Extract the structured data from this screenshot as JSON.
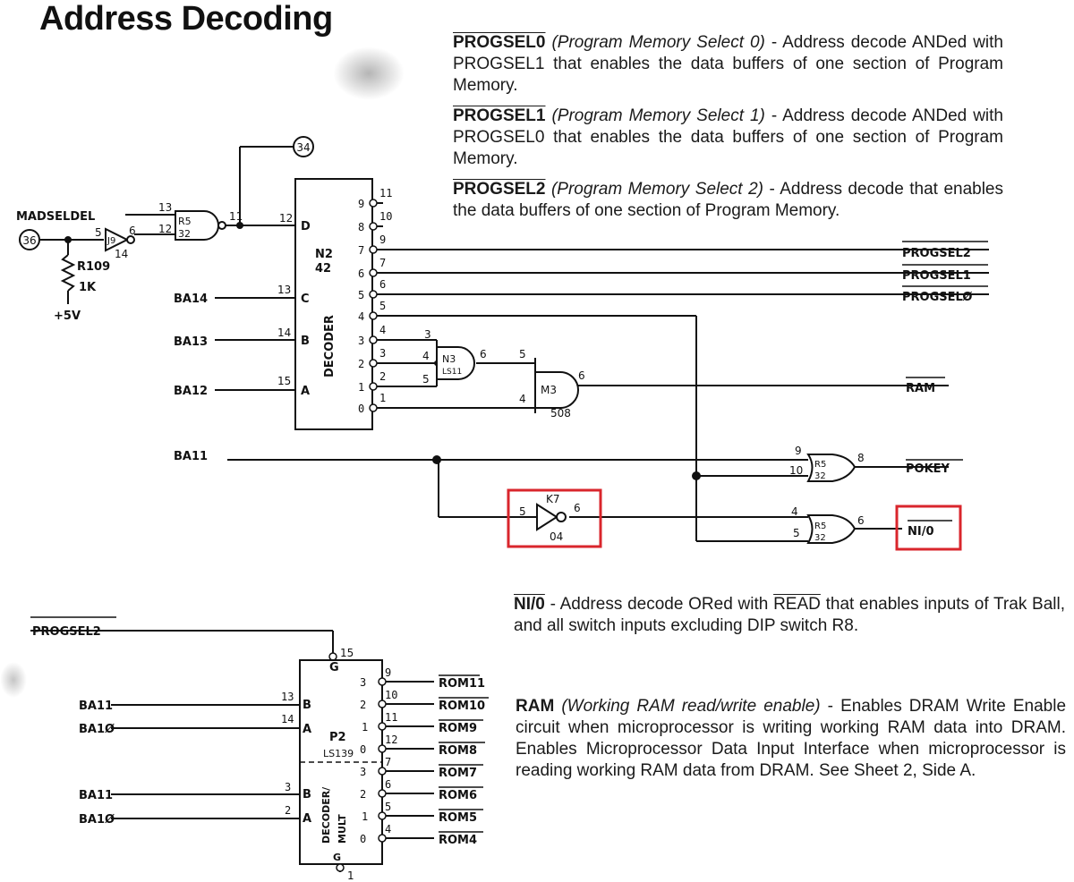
{
  "title": "Address Decoding",
  "descriptions": {
    "progsel0": {
      "name": "PROGSEL0",
      "paren": "(Program Memory Select 0)",
      "text": "- Address decode ANDed with PROGSEL1 that enables the data buffers of one section of Program Memory."
    },
    "progsel1": {
      "name": "PROGSEL1",
      "paren": "(Program Memory Select 1)",
      "text": "- Address decode ANDed with PROGSEL0 that enables the data buffers of one section of Program Memory."
    },
    "progsel2": {
      "name": "PROGSEL2",
      "paren": "(Program Memory Select 2)",
      "text": "- Address decode that enables the data buffers of one section of Program Memory."
    },
    "ni0": {
      "name": "NI/0",
      "text1": "- Address decode ORed with",
      "read": "READ",
      "text2": "that enables inputs of Trak Ball, and all switch inputs excluding DIP switch R8."
    },
    "ram": {
      "name": "RAM",
      "paren": "(Working RAM read/write enable)",
      "text": "- Enables DRAM Write Enable circuit when microprocessor is writing working RAM data into DRAM. Enables Microprocessor Data Input Interface when microprocessor is reading working RAM data from DRAM. See Sheet 2, Side A."
    }
  },
  "schematic": {
    "madseldel": "MADSELDEL",
    "ref36": "36",
    "ref34": "34",
    "r109": "R109",
    "r_val": "1K",
    "vplus": "+5V",
    "j9": "J9",
    "r5_top": "R5",
    "r5_num": "32",
    "n2": "N2",
    "n2_num": "42",
    "decoder": "DECODER",
    "n3": "N3",
    "n3_type": "LS11",
    "m3": "M3",
    "m3_num": "508",
    "k7": "K7",
    "k7_num": "04",
    "r5b": "R5",
    "r5b_num": "32",
    "r5c": "R5",
    "r5c_num": "32",
    "inputs": [
      "BA14",
      "BA13",
      "BA12",
      "BA11"
    ],
    "pins_in": {
      "d": "D",
      "c": "C",
      "b": "B",
      "a": "A"
    },
    "outputs": {
      "progsel2": "PROGSEL2",
      "progsel1": "PROGSEL1",
      "progsel0": "PROGSELØ",
      "ram": "RAM",
      "pokey": "POKEY",
      "ni0": "NI/0"
    },
    "bottom_in": "PROGSEL2",
    "p2": "P2",
    "p2_type": "LS139",
    "p2_decoder": "DECODER/",
    "p2_mult": "MULT",
    "bottom_inputs": [
      "BA11",
      "BA1Ø",
      "BA11",
      "BA1Ø"
    ],
    "rom_outputs": [
      "ROM11",
      "ROM10",
      "ROM9",
      "ROM8",
      "ROM7",
      "ROM6",
      "ROM5",
      "ROM4"
    ]
  },
  "colors": {
    "highlight": "#d9262c",
    "ink": "#111111",
    "text": "#1a1a1a"
  }
}
